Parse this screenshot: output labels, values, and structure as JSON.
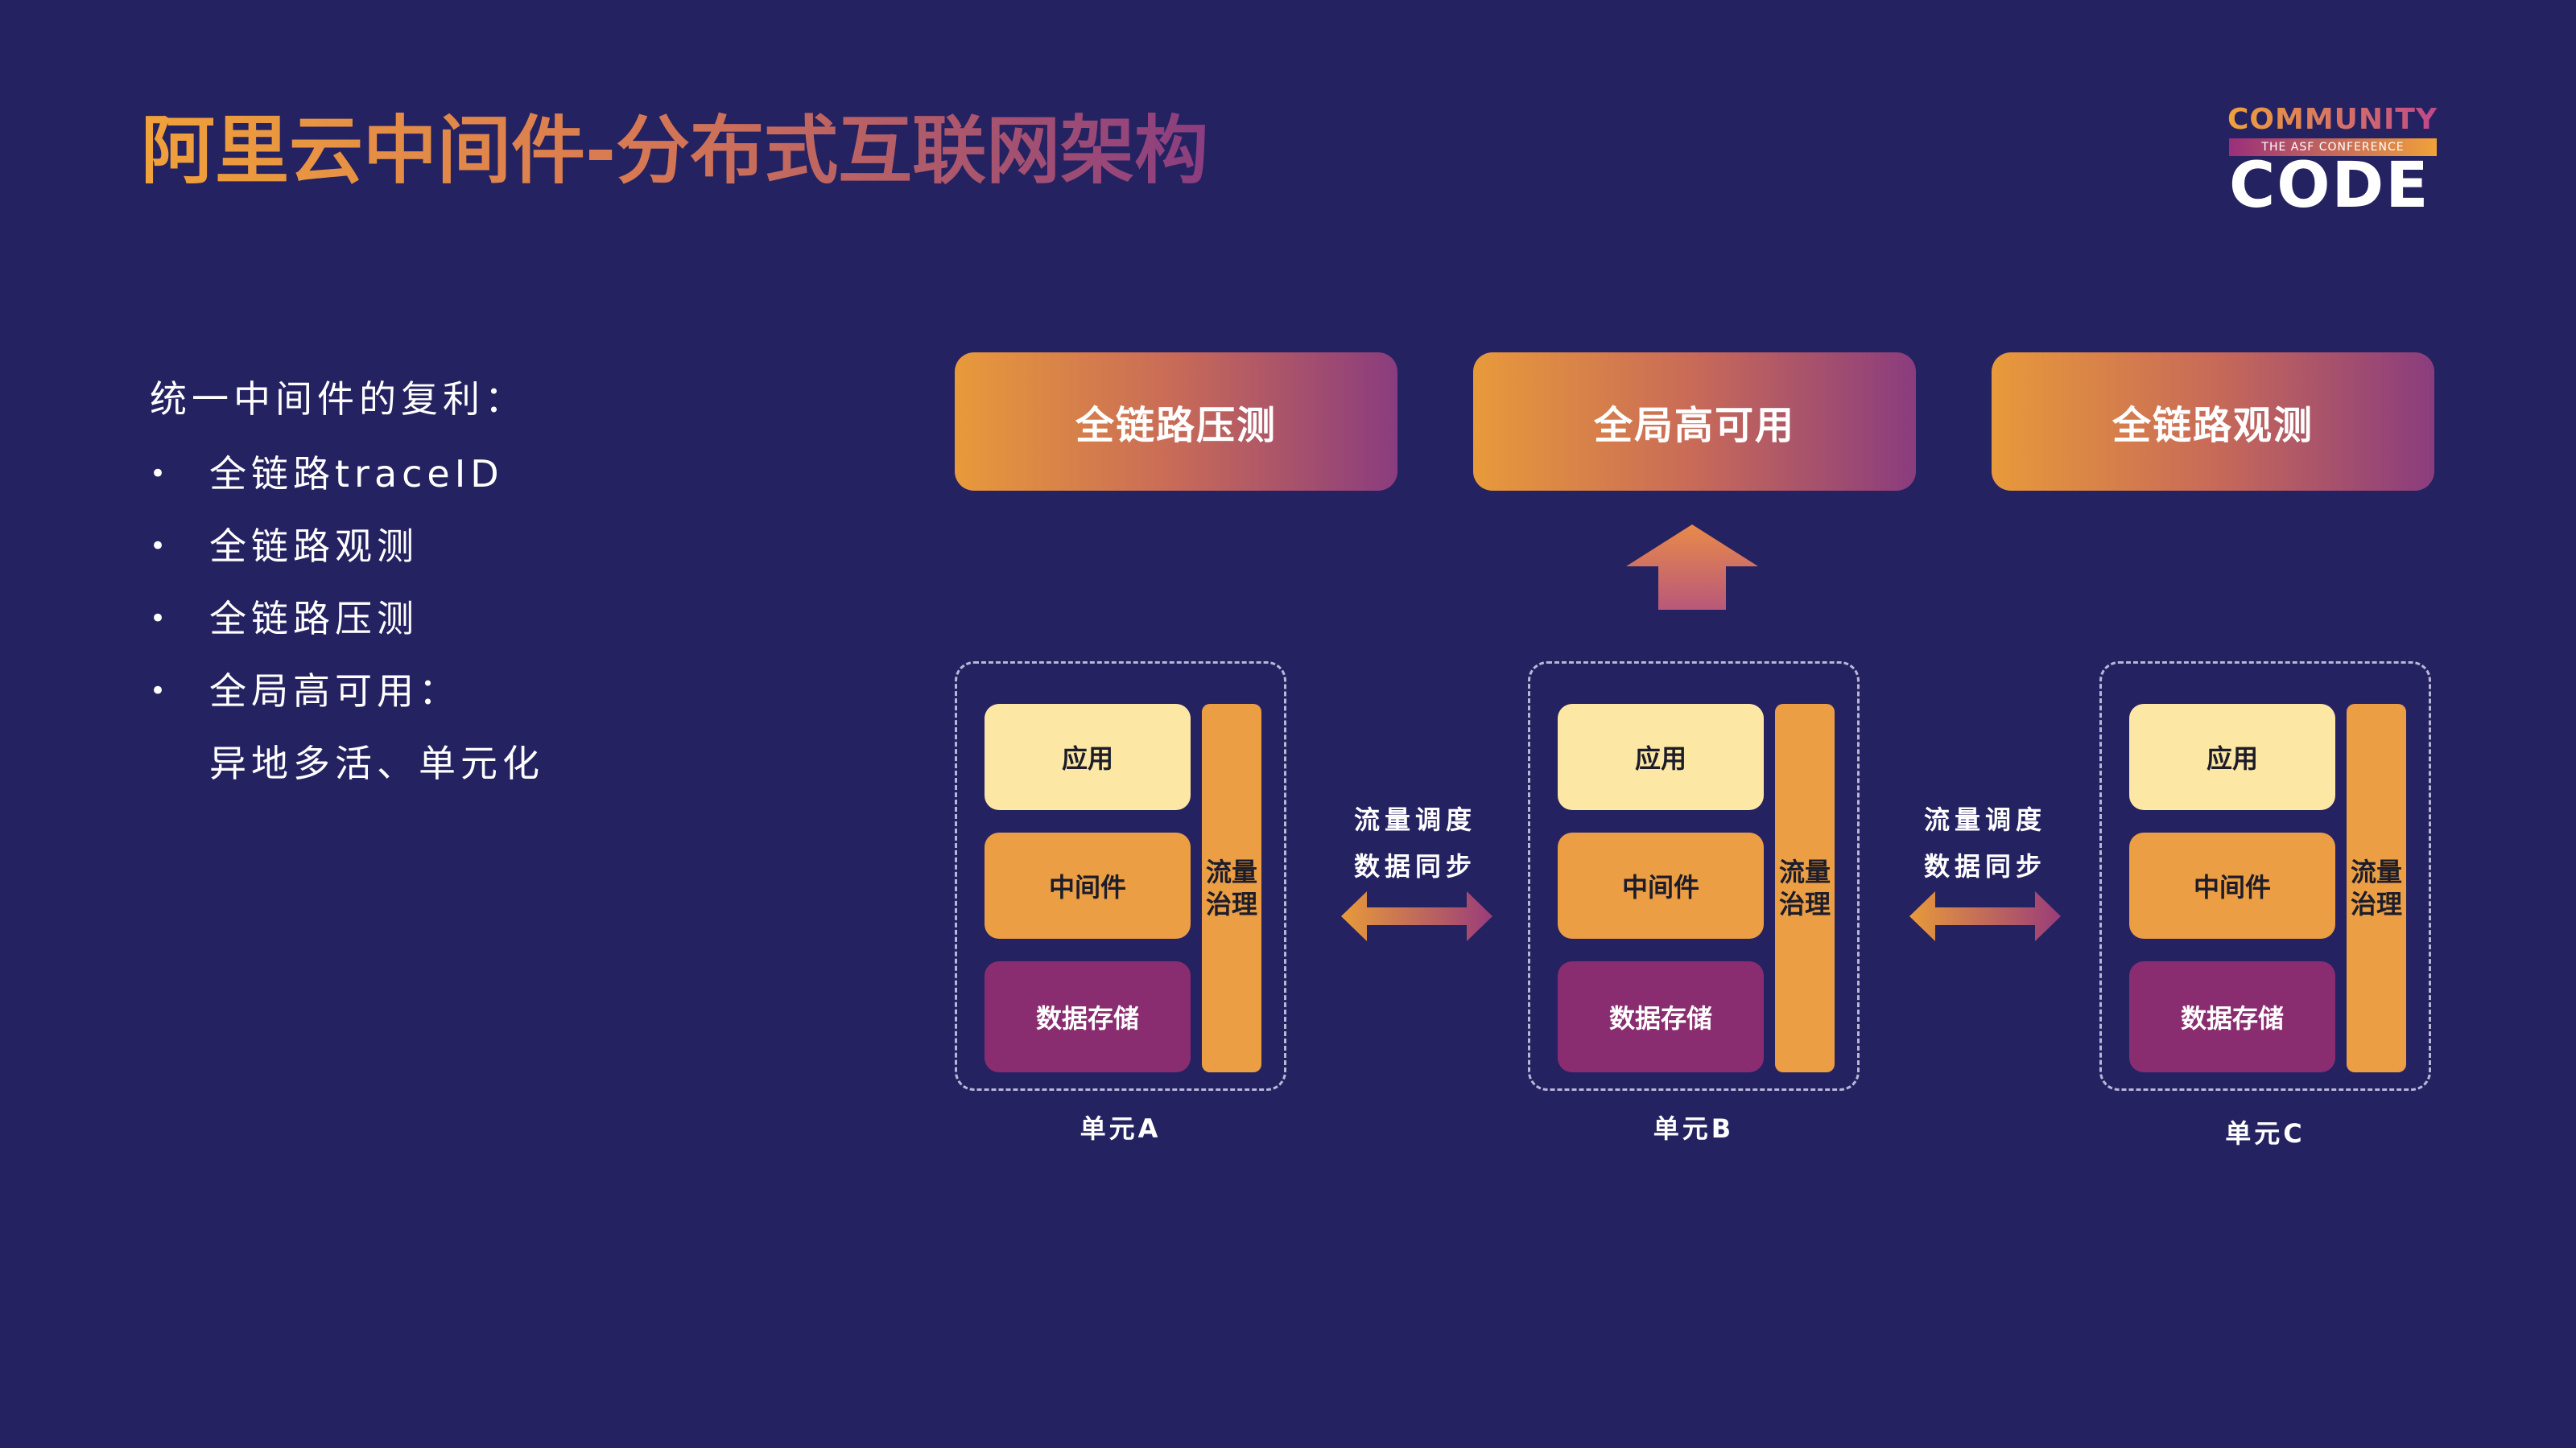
{
  "title": "阿里云中间件-分布式互联网架构",
  "logo": {
    "line1": "COMMUNITY",
    "line2": "THE ASF CONFERENCE",
    "line3": "CODE"
  },
  "sidebar": {
    "heading": "统一中间件的复利：",
    "bullet": "•",
    "items": [
      {
        "text": "全链路traceID"
      },
      {
        "text": "全链路观测"
      },
      {
        "text": "全链路压测"
      },
      {
        "text": "全局高可用："
      }
    ],
    "continuation": "异地多活、单元化"
  },
  "top_boxes": [
    {
      "label": "全链路压测"
    },
    {
      "label": "全局高可用"
    },
    {
      "label": "全链路观测"
    }
  ],
  "units": [
    {
      "app": "应用",
      "middleware": "中间件",
      "storage": "数据存储",
      "flow": "流量治理",
      "label": "单元A"
    },
    {
      "app": "应用",
      "middleware": "中间件",
      "storage": "数据存储",
      "flow": "流量治理",
      "label": "单元B"
    },
    {
      "app": "应用",
      "middleware": "中间件",
      "storage": "数据存储",
      "flow": "流量治理",
      "label": "单元C"
    }
  ],
  "links": [
    {
      "line1": "流量调度",
      "line2": "数据同步"
    },
    {
      "line1": "流量调度",
      "line2": "数据同步"
    }
  ],
  "colors": {
    "background": "#252262",
    "orange": "#eb9e44",
    "cream": "#fde7a4",
    "purple": "#8a2c70"
  }
}
